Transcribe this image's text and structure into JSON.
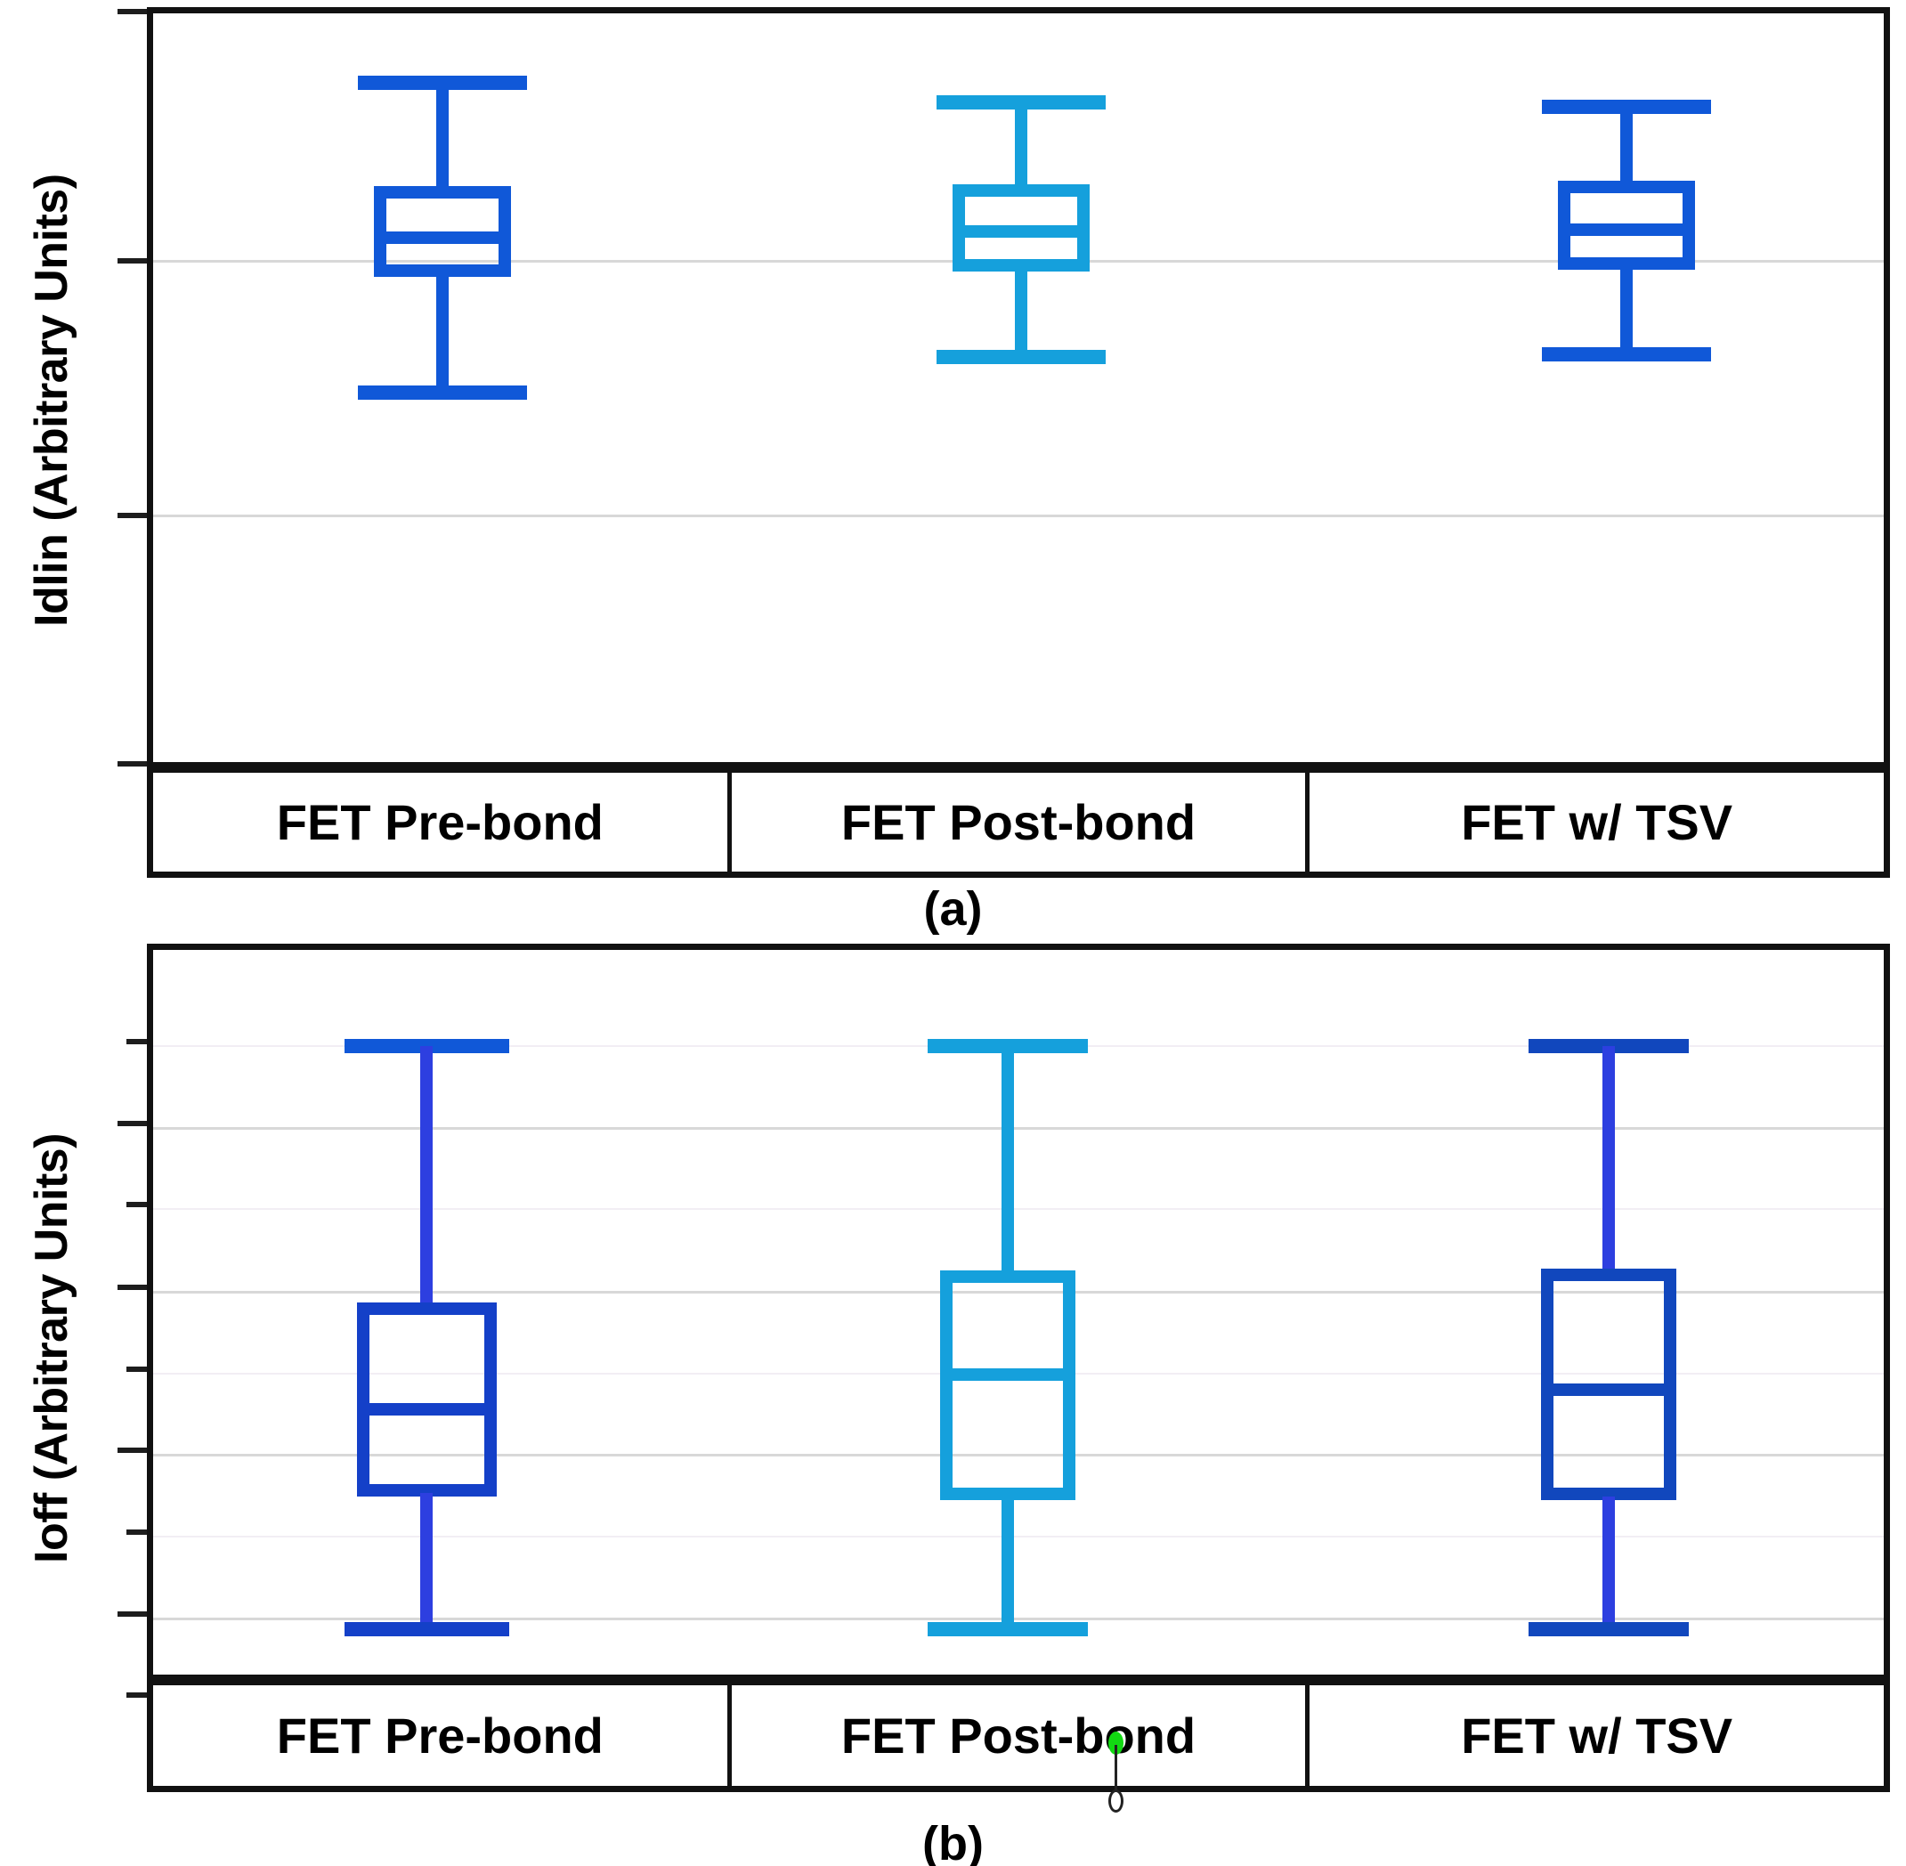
{
  "figure": {
    "panels": [
      {
        "caption": "(a)",
        "y_axis_label": "Idlin (Arbitrary Units)",
        "categories": [
          "FET Pre-bond",
          "FET Post-bond",
          "FET w/ TSV"
        ]
      },
      {
        "caption": "(b)",
        "y_axis_label": "Ioff (Arbitrary Units)",
        "categories": [
          "FET Pre-bond",
          "FET Post-bond",
          "FET w/ TSV"
        ]
      }
    ]
  },
  "colors": {
    "series_pre_bond": "#1058D8",
    "series_post_bond": "#15A0DC",
    "series_w_tsv": "#1147BD",
    "series_w_tsv_a": "#1058D8",
    "axis": "#111111",
    "gridline": "#D8D8D8",
    "gridline_faint": "#F2EEF4",
    "cursor_dot": "#12D912"
  },
  "chart_data": [
    {
      "type": "box",
      "title": "(a)",
      "xlabel": "",
      "ylabel": "Idlin (Arbitrary Units)",
      "ylim": [
        0,
        100
      ],
      "grid": true,
      "grid_values": [
        75,
        42
      ],
      "tick_values": [
        100,
        75,
        42,
        0
      ],
      "axis_values_shown": false,
      "categories": [
        "FET Pre-bond",
        "FET Post-bond",
        "FET w/ TSV"
      ],
      "series": [
        {
          "name": "FET Pre-bond",
          "color": "#1058D8",
          "whisker_low": 43.0,
          "q1": 63.5,
          "median": 69.5,
          "q3": 75.5,
          "whisker_high": 94.0
        },
        {
          "name": "FET Post-bond",
          "color": "#15A0DC",
          "whisker_low": 52.5,
          "q1": 64.0,
          "median": 70.5,
          "q3": 75.5,
          "whisker_high": 92.0
        },
        {
          "name": "FET w/ TSV",
          "color": "#1058D8",
          "whisker_low": 53.0,
          "q1": 64.0,
          "median": 70.5,
          "q3": 76.0,
          "whisker_high": 91.5
        }
      ]
    },
    {
      "type": "box",
      "title": "(b)",
      "xlabel": "",
      "ylabel": "Ioff (Arbitrary Units)",
      "ylim": [
        0,
        100
      ],
      "grid": true,
      "grid_values": [
        88,
        77,
        66,
        55,
        44,
        33,
        22,
        11
      ],
      "tick_values": [
        88,
        77,
        66,
        55,
        44,
        33,
        22,
        11,
        0
      ],
      "axis_values_shown": false,
      "categories": [
        "FET Pre-bond",
        "FET Post-bond",
        "FET w/ TSV"
      ],
      "series": [
        {
          "name": "FET Pre-bond",
          "color": "#1058D8",
          "whisker_low": 13.0,
          "q1": 37.0,
          "median": 43.0,
          "q3": 54.5,
          "whisker_high": 88.0
        },
        {
          "name": "FET Post-bond",
          "color": "#15A0DC",
          "whisker_low": 13.0,
          "q1": 32.5,
          "median": 48.0,
          "q3": 58.5,
          "whisker_high": 88.0
        },
        {
          "name": "FET w/ TSV",
          "color": "#1147BD",
          "whisker_low": 13.0,
          "q1": 32.5,
          "median": 45.0,
          "q3": 58.5,
          "whisker_high": 88.0
        }
      ]
    }
  ]
}
